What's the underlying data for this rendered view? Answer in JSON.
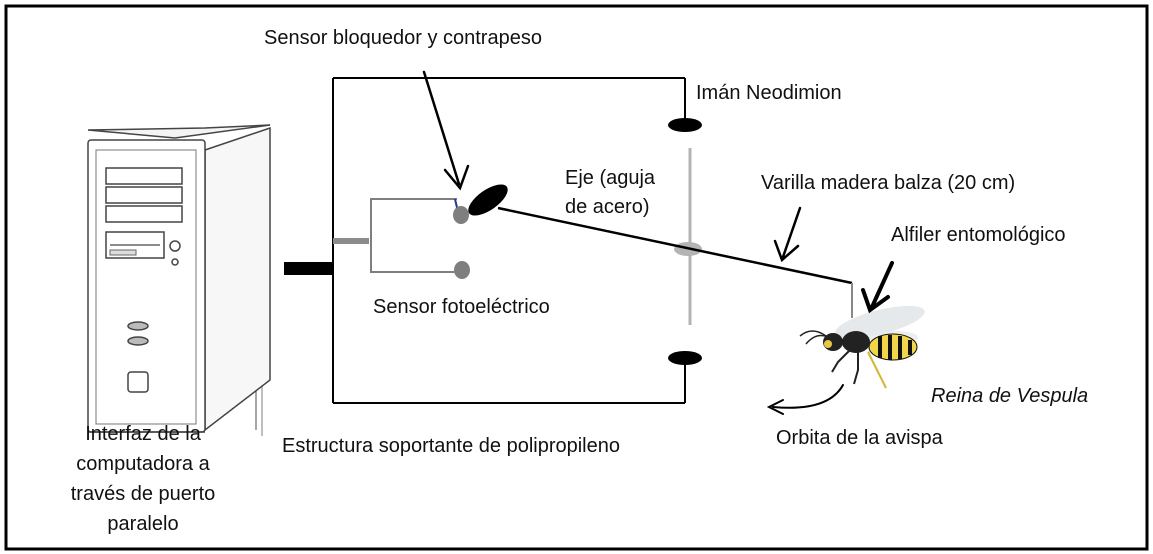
{
  "labels": {
    "sensor_bloqueador": "Sensor bloquedor y contrapeso",
    "iman": "Imán Neodimion",
    "eje_line1": "Eje (aguja",
    "eje_line2": "de acero)",
    "varilla": "Varilla madera balza (20 cm)",
    "alfiler": "Alfiler entomológico",
    "sensor_foto": "Sensor fotoeléctrico",
    "reina": "Reina de Vespula",
    "estructura": "Estructura soportante de polipropileno",
    "orbita": "Orbita de la avispa",
    "interfaz_line1": "Interfaz de la",
    "interfaz_line2": "computadora a",
    "interfaz_line3": "través de puerto",
    "interfaz_line4": "paralelo"
  },
  "colors": {
    "frame": "#000000",
    "sensor_grey": "#7f7f7f",
    "axle_grey": "#b4b4b4",
    "magnet": "#000000"
  }
}
